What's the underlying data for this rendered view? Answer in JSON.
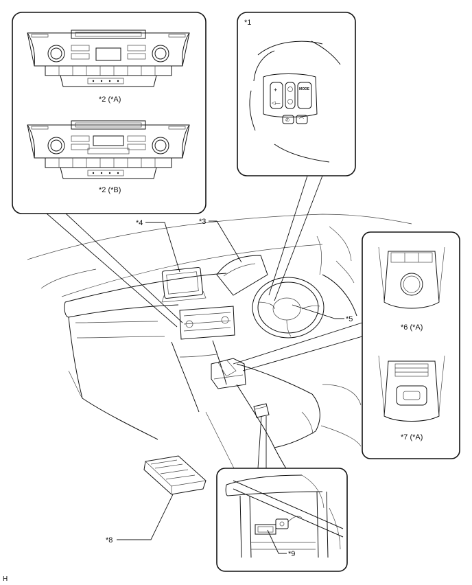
{
  "labels": {
    "c1": "*1",
    "c2a": "*2 (*A)",
    "c2b": "*2 (*B)",
    "c3": "*3",
    "c4": "*4",
    "c5": "*5",
    "c6": "*6 (*A)",
    "c7": "*7 (*A)",
    "c8": "*8",
    "c9": "*9",
    "footer": "H"
  },
  "switch_text": {
    "mode": "MODE",
    "plus": "+"
  }
}
